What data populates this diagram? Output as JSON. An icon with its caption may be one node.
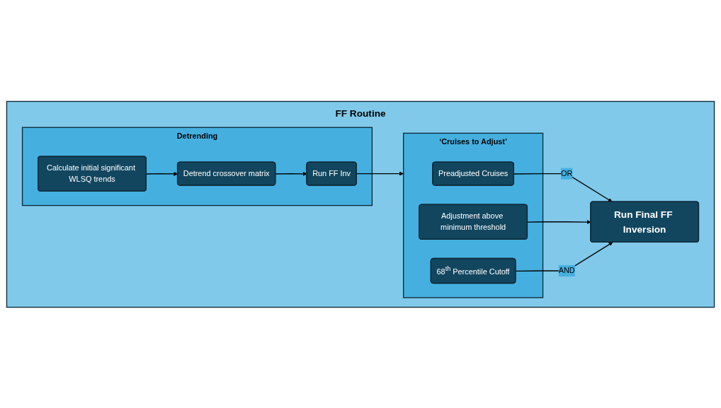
{
  "diagram": {
    "nodes": [
      {
        "text": [
          "FF Routine"
        ]
      },
      {
        "text": [
          "Detrending"
        ],
        "in": 0
      },
      {
        "text": [
          "Calculate initial significant WLSQ trends"
        ],
        "in": 1
      },
      {
        "text": [
          "Detrend crossover matrix"
        ],
        "in": 1
      },
      {
        "text": [
          "Run FF Inv"
        ],
        "in": 1
      },
      {
        "text": [
          "‘Cruises to Adjust’"
        ],
        "in": 0
      },
      {
        "text": [
          "Preadjusted Cruises"
        ],
        "in": 5
      },
      {
        "text": [
          "Adjustment above minimum threshold"
        ],
        "in": 5
      },
      {
        "text": [
          "68$^{th}$ Percentile Cutoff"
        ],
        "in": 5
      },
      {
        "text": [
          "Run Final FF Inversion"
        ],
        "in": 0
      }
    ],
    "edges": [
      {
        "from": 2,
        "to": 3,
        "arrow": "to"
      },
      {
        "from": 3,
        "to": 4,
        "arrow": "to"
      },
      {
        "from": 4,
        "to": 5,
        "arrow": "to"
      },
      {
        "from": 6,
        "to": 9,
        "arrow": "to",
        "label": "OR"
      },
      {
        "from": 7,
        "to": 9,
        "arrow": "to"
      },
      {
        "from": 8,
        "to": 9,
        "arrow": "to",
        "label": "AND"
      }
    ]
  }
}
